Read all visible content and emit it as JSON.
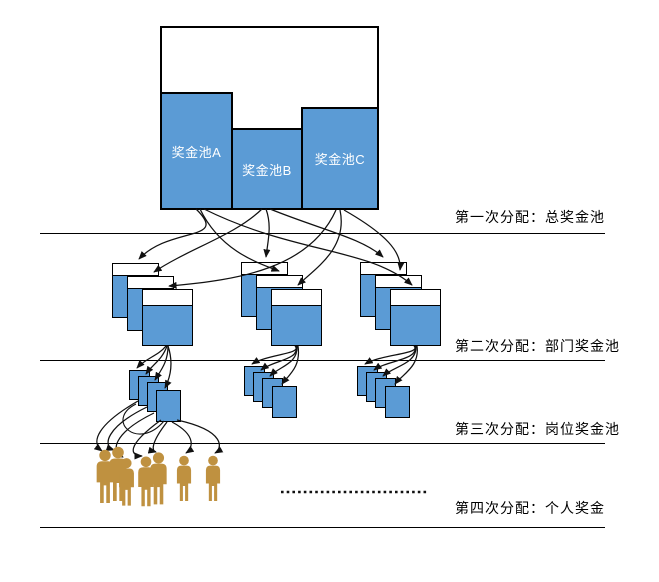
{
  "pools": {
    "items": [
      {
        "label": "奖金池A"
      },
      {
        "label": "奖金池B"
      },
      {
        "label": "奖金池C"
      }
    ]
  },
  "stages": {
    "items": [
      {
        "label": "第一次分配：总奖金池"
      },
      {
        "label": "第二次分配：部门奖金池"
      },
      {
        "label": "第三次分配：岗位奖金池"
      },
      {
        "label": "第四次分配：个人奖金"
      }
    ]
  },
  "counts": {
    "department_card_groups": 3,
    "cards_per_department_group": 3,
    "position_box_groups": 3,
    "boxes_per_position_group": 4,
    "persons": 7
  },
  "colors": {
    "pool_blue": "#5B9BD5",
    "person_gold": "#BF9140",
    "line": "#111111"
  }
}
